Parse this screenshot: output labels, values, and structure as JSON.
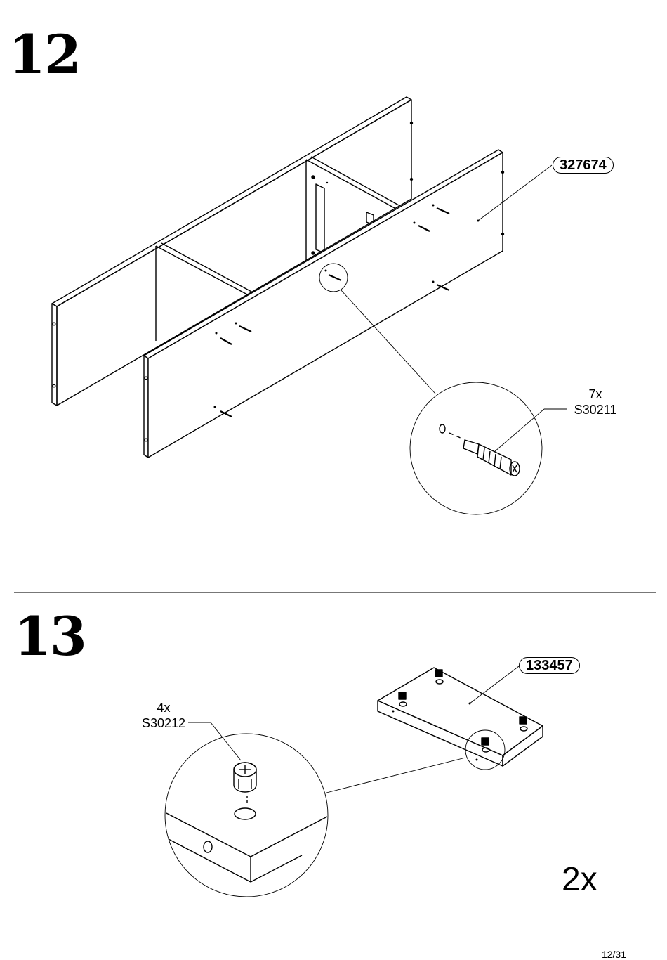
{
  "steps": [
    {
      "number": "12",
      "part_id": "327674",
      "fitting_qty": "7x",
      "fitting_code": "S30211"
    },
    {
      "number": "13",
      "part_id": "133457",
      "fitting_qty": "4x",
      "fitting_code": "S30212",
      "multiplier": "2x"
    }
  ],
  "page_number": "12/31"
}
